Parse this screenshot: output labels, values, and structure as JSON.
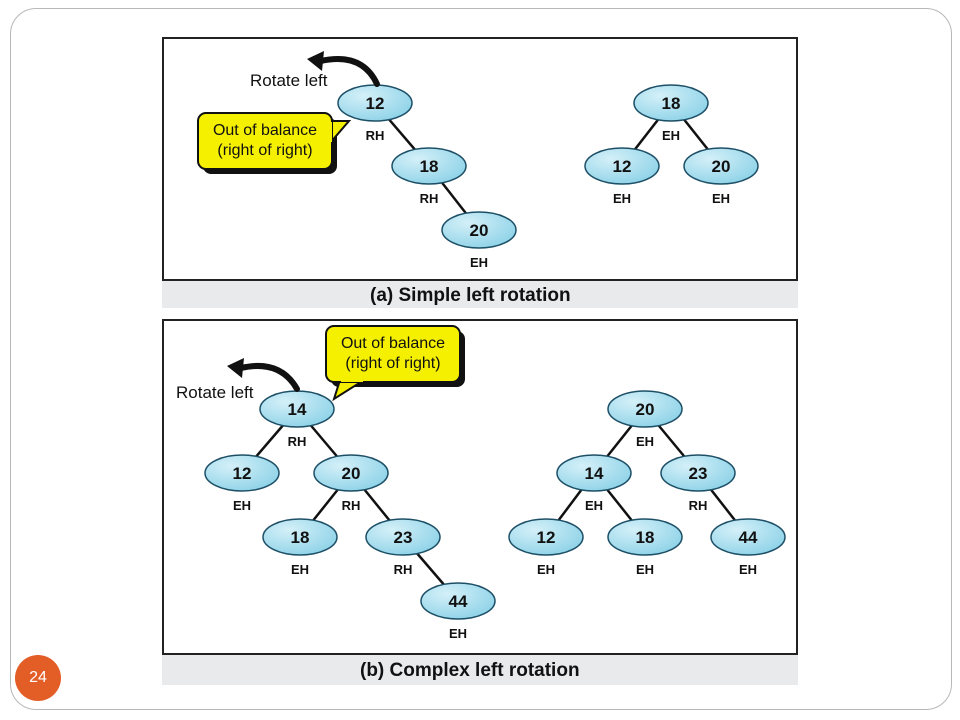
{
  "slide_number": "24",
  "panels": [
    {
      "caption": "(a) Simple left rotation",
      "rotate_label": "Rotate left",
      "callout": [
        "Out of balance",
        "(right of right)"
      ],
      "before": [
        {
          "key": "12",
          "bf": "RH",
          "children": [
            "18"
          ]
        },
        {
          "key": "18",
          "bf": "RH",
          "children": [
            "20"
          ]
        },
        {
          "key": "20",
          "bf": "EH",
          "children": []
        }
      ],
      "after": [
        {
          "key": "18",
          "bf": "EH",
          "children": [
            "12",
            "20"
          ]
        },
        {
          "key": "12",
          "bf": "EH",
          "children": []
        },
        {
          "key": "20",
          "bf": "EH",
          "children": []
        }
      ]
    },
    {
      "caption": "(b) Complex left rotation",
      "rotate_label": "Rotate left",
      "callout": [
        "Out of balance",
        "(right of right)"
      ],
      "before": [
        {
          "key": "14",
          "bf": "RH",
          "children": [
            "12",
            "20"
          ]
        },
        {
          "key": "12",
          "bf": "EH",
          "children": []
        },
        {
          "key": "20",
          "bf": "RH",
          "children": [
            "18",
            "23"
          ]
        },
        {
          "key": "18",
          "bf": "EH",
          "children": []
        },
        {
          "key": "23",
          "bf": "RH",
          "children": [
            "44"
          ]
        },
        {
          "key": "44",
          "bf": "EH",
          "children": []
        }
      ],
      "after": [
        {
          "key": "20",
          "bf": "EH",
          "children": [
            "14",
            "23"
          ]
        },
        {
          "key": "14",
          "bf": "EH",
          "children": [
            "12",
            "18"
          ]
        },
        {
          "key": "23",
          "bf": "RH",
          "children": [
            "44"
          ]
        },
        {
          "key": "12",
          "bf": "EH",
          "children": []
        },
        {
          "key": "18",
          "bf": "EH",
          "children": []
        },
        {
          "key": "44",
          "bf": "EH",
          "children": []
        }
      ]
    }
  ],
  "colors": {
    "node_fill": "#8fd3e8",
    "node_highlight": "#d4f0f8",
    "node_stroke": "#1d4f66",
    "callout_fill": "#f5f000",
    "arrow": "#111111"
  }
}
